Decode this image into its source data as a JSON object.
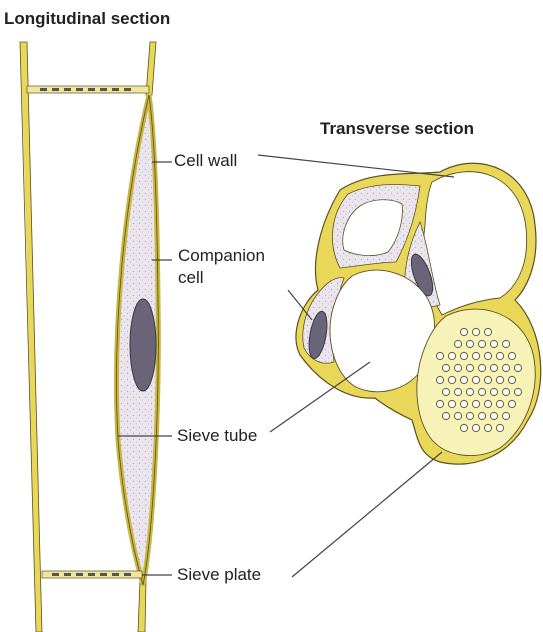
{
  "headings": {
    "longitudinal": "Longitudinal section",
    "transverse": "Transverse section"
  },
  "labels": {
    "cell_wall": "Cell wall",
    "companion_cell_line1": "Companion",
    "companion_cell_line2": "cell",
    "sieve_tube": "Sieve tube",
    "sieve_plate": "Sieve plate"
  },
  "colors": {
    "wall": "#e9d75a",
    "wall_fill": "#f7f2b8",
    "cytoplasm": "#e8e2ea",
    "nucleus": "#6a6478",
    "outline": "#5a5020",
    "pore": "#ffffff",
    "leader": "#444444"
  }
}
